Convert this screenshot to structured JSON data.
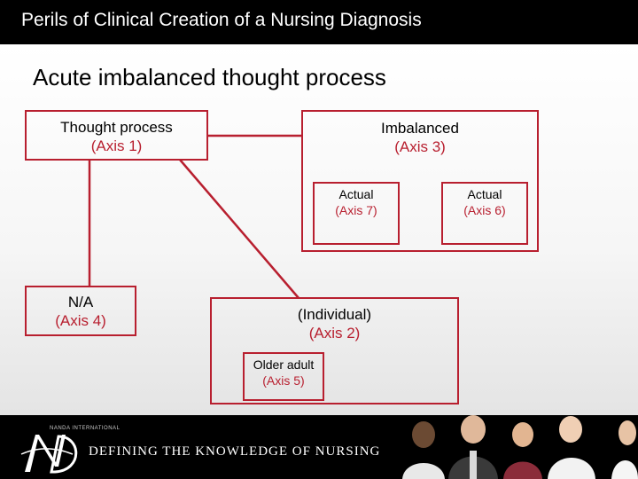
{
  "title": "Perils of Clinical Creation of a Nursing Diagnosis",
  "heading": "Acute imbalanced thought process",
  "boxes": {
    "thought_process": {
      "label": "Thought process",
      "axis": "(Axis 1)"
    },
    "imbalanced": {
      "label": "Imbalanced",
      "axis": "(Axis 3)"
    },
    "actual_7": {
      "label": "Actual",
      "axis": "(Axis 7)"
    },
    "actual_6": {
      "label": "Actual",
      "axis": "(Axis 6)"
    },
    "na": {
      "label": "N/A",
      "axis": "(Axis 4)"
    },
    "individual": {
      "label": "(Individual)",
      "axis": "(Axis 2)"
    },
    "older_adult": {
      "label": "Older adult",
      "axis": "(Axis 5)"
    }
  },
  "footer": {
    "org_small": "NANDA INTERNATIONAL",
    "tagline": "DEFINING THE KNOWLEDGE OF NURSING"
  },
  "colors": {
    "accent": "#b81f2f",
    "title_bar": "#000000"
  }
}
